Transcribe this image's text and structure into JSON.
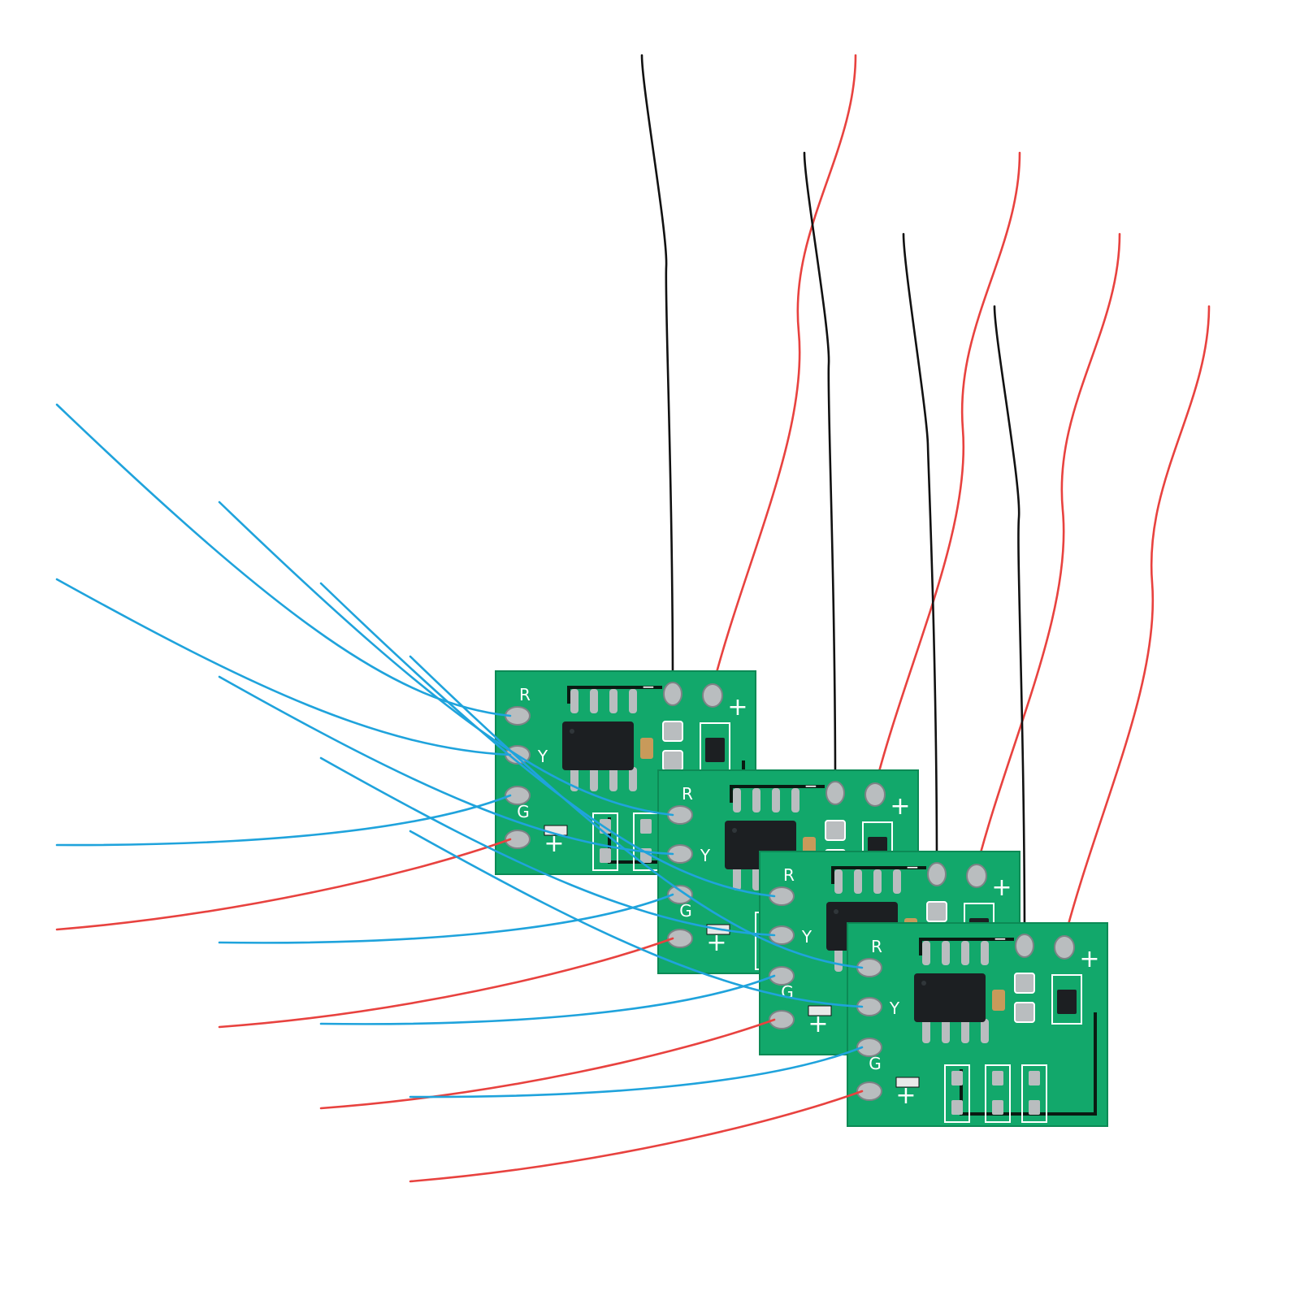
{
  "image": {
    "subject": "four-pcb-modules-with-wires",
    "background": "#ffffff"
  },
  "colors": {
    "pcb": "#12a86b",
    "pcb_edge": "#0c8a55",
    "trace": "#0a1a12",
    "pad": "#b9bdbf",
    "pad_dark": "#7d8285",
    "chip": "#1c1f22",
    "wire_black": "#111111",
    "wire_red": "#e8423f",
    "wire_blue": "#1fa3dc",
    "silk": "#ffffff"
  },
  "silkscreen": {
    "r": "R",
    "y": "Y",
    "g": "G",
    "plus": "+",
    "minus": "−"
  },
  "boards": [
    {
      "id": "board-1"
    },
    {
      "id": "board-2"
    },
    {
      "id": "board-3"
    },
    {
      "id": "board-4"
    }
  ]
}
